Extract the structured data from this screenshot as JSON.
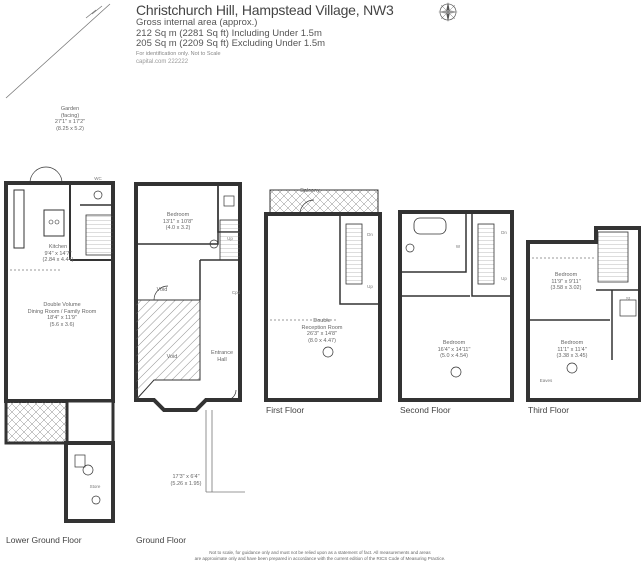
{
  "header": {
    "title": "Christchurch Hill, Hampstead Village, NW3",
    "gia_label": "Gross internal area (approx.)",
    "area_incl": "212 Sq m (2281 Sq ft) Including Under 1.5m",
    "area_excl": "205 Sq m (2209 Sq ft) Excluding Under 1.5m",
    "disclaimer_short": "For identification only. Not to Scale",
    "ref": "capital.com 222222"
  },
  "floors": {
    "lower_ground": "Lower Ground Floor",
    "ground": "Ground Floor",
    "first": "First Floor",
    "second": "Second Floor",
    "third": "Third Floor"
  },
  "rooms": {
    "garden": {
      "name": "Garden",
      "sub": "(facing)",
      "dims": "27'1\" x 17'2\"",
      "metric": "(8.25 x 5.2)"
    },
    "kitchen": {
      "name": "Kitchen",
      "dims": "9'4\" x 14'7\"",
      "metric": "(2.84 x 4.44)"
    },
    "double_volume": {
      "name": "Double Volume",
      "sub": "Dining Room / Family Room",
      "dims": "18'4\" x 11'9\"",
      "metric": "(5.6 x 3.6)"
    },
    "bedroom_ground": {
      "name": "Bedroom",
      "dims": "13'1\" x 10'8\"",
      "metric": "(4.0 x 3.2)"
    },
    "void_small": "Void",
    "void_large": "Void",
    "entrance_hall": {
      "name": "Entrance",
      "sub": "Hall"
    },
    "frontage": {
      "dims": "17'3\" x 6'4\"",
      "metric": "(5.26 x 1.95)"
    },
    "balcony": "Balcony",
    "reception": {
      "name": "Double",
      "sub": "Reception Room",
      "dims": "26'3\" x 14'8\"",
      "metric": "(8.0 x 4.47)"
    },
    "bedroom_second": {
      "name": "Bedroom",
      "dims": "16'4\" x 14'11\"",
      "metric": "(5.0 x 4.54)"
    },
    "bedroom_third_a": {
      "name": "Bedroom",
      "dims": "11'9\" x 9'11\"",
      "metric": "(3.58 x 3.02)"
    },
    "bedroom_third_b": {
      "name": "Bedroom",
      "dims": "11'1\" x 11'4\"",
      "metric": "(3.38 x 3.45)"
    }
  },
  "small_labels": {
    "up": "Up",
    "dn": "Dn",
    "wc": "WC",
    "w": "W",
    "cpd": "Cpd",
    "st": "St",
    "eaves": "Eaves",
    "store": "Store"
  },
  "footer": {
    "line1": "Not to scale, for guidance only and must not be relied upon as a statement of fact. All measurements and areas",
    "line2": "are approximate only and have been prepared in accordance with the current edition of the RICS Code of Measuring Practice."
  }
}
